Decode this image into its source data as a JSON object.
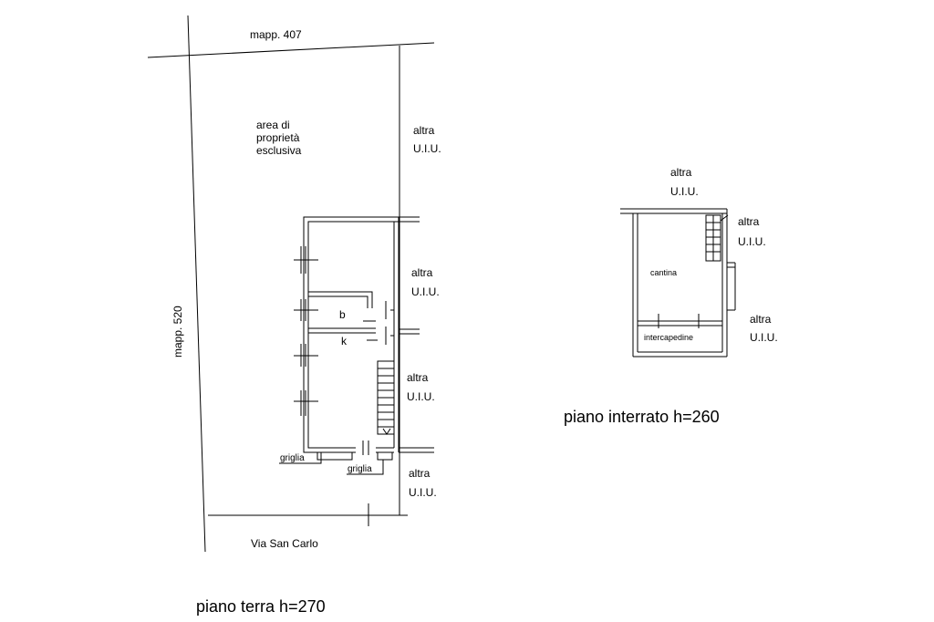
{
  "ground_floor": {
    "neighbor_north": "mapp. 407",
    "neighbor_west": "mapp. 520",
    "area_line1": "area di",
    "area_line2": "proprietà",
    "area_line3": "esclusiva",
    "unit_label_a": "altra",
    "unit_label_b": "U.I.U.",
    "room_b": "b",
    "room_k": "k",
    "grate_left": "griglia",
    "grate_right": "griglia",
    "street": "Via San Carlo",
    "caption": "piano terra h=270"
  },
  "basement": {
    "unit_label_a": "altra",
    "unit_label_b": "U.I.U.",
    "room_cellar": "cantina",
    "room_cavity": "intercapedine",
    "caption": "piano interrato h=260"
  }
}
